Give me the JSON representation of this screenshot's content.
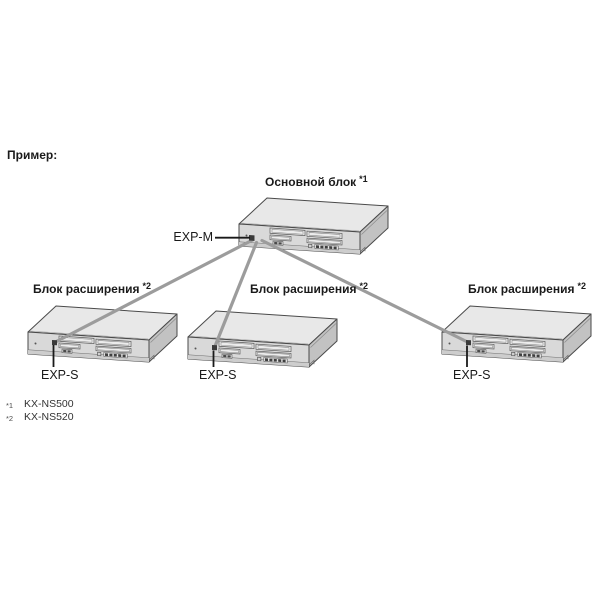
{
  "title": "Пример:",
  "diagram": {
    "main_unit": {
      "label": "Основной блок",
      "footnote_marker": "*1",
      "port_label": "EXP-M"
    },
    "expansion_units": [
      {
        "label": "Блок расширения",
        "footnote_marker": "*2",
        "port_label": "EXP-S"
      },
      {
        "label": "Блок расширения",
        "footnote_marker": "*2",
        "port_label": "EXP-S"
      },
      {
        "label": "Блок расширения",
        "footnote_marker": "*2",
        "port_label": "EXP-S"
      }
    ],
    "connections": [
      {
        "from": "EXP-M",
        "to": "EXP-S",
        "unit": "left"
      },
      {
        "from": "EXP-M",
        "to": "EXP-S",
        "unit": "center"
      },
      {
        "from": "EXP-M",
        "to": "EXP-S",
        "unit": "right"
      }
    ],
    "footnotes": [
      {
        "marker": "*1",
        "text": "KX-NS500"
      },
      {
        "marker": "*2",
        "text": "KX-NS520"
      }
    ],
    "colors": {
      "cable": "#9c9c9c",
      "pointer": "#1a1a1a",
      "port": "#3a3a3a",
      "device_top": "#e8e8e8",
      "device_front": "#d9d9d9",
      "device_side": "#c2c2c2",
      "outline": "#4a4a4a"
    }
  }
}
